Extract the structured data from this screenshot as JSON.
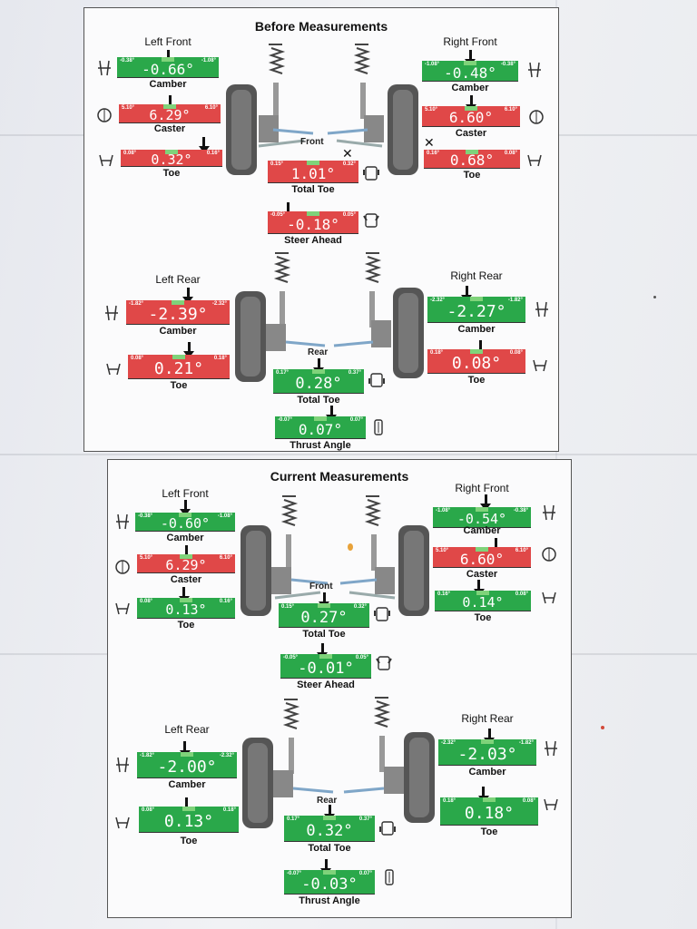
{
  "before": {
    "title": "Before Measurements",
    "front_label": "Front",
    "rear_label": "Rear",
    "left_front": {
      "wheel_label": "Left Front",
      "camber": {
        "caption": "Camber",
        "value": "-0.66°",
        "lo": "-0.38°",
        "hi": "-1.08°",
        "status": "green"
      },
      "caster": {
        "caption": "Caster",
        "value": "6.29°",
        "lo": "5.10°",
        "hi": "6.10°",
        "status": "red"
      },
      "toe": {
        "caption": "Toe",
        "value": "0.32°",
        "lo": "0.08°",
        "hi": "0.16°",
        "status": "red"
      }
    },
    "right_front": {
      "wheel_label": "Right Front",
      "camber": {
        "caption": "Camber",
        "value": "-0.48°",
        "lo": "-1.08°",
        "hi": "-0.38°",
        "status": "green"
      },
      "caster": {
        "caption": "Caster",
        "value": "6.60°",
        "lo": "5.10°",
        "hi": "6.10°",
        "status": "red"
      },
      "toe": {
        "caption": "Toe",
        "value": "0.68°",
        "lo": "0.16°",
        "hi": "0.08°",
        "status": "red"
      }
    },
    "total_toe_front": {
      "caption": "Total Toe",
      "value": "1.01°",
      "lo": "0.15°",
      "hi": "0.32°",
      "status": "red"
    },
    "steer_ahead": {
      "caption": "Steer Ahead",
      "value": "-0.18°",
      "lo": "-0.05°",
      "hi": "0.05°",
      "status": "red"
    },
    "left_rear": {
      "wheel_label": "Left Rear",
      "camber": {
        "caption": "Camber",
        "value": "-2.39°",
        "lo": "-1.82°",
        "hi": "-2.32°",
        "status": "red"
      },
      "toe": {
        "caption": "Toe",
        "value": "0.21°",
        "lo": "0.08°",
        "hi": "0.18°",
        "status": "red"
      }
    },
    "right_rear": {
      "wheel_label": "Right Rear",
      "camber": {
        "caption": "Camber",
        "value": "-2.27°",
        "lo": "-2.32°",
        "hi": "-1.82°",
        "status": "green"
      },
      "toe": {
        "caption": "Toe",
        "value": "0.08°",
        "lo": "0.18°",
        "hi": "0.08°",
        "status": "red"
      }
    },
    "total_toe_rear": {
      "caption": "Total Toe",
      "value": "0.28°",
      "lo": "0.17°",
      "hi": "0.37°",
      "status": "green"
    },
    "thrust_angle": {
      "caption": "Thrust Angle",
      "value": "0.07°",
      "lo": "-0.07°",
      "hi": "0.07°",
      "status": "green"
    }
  },
  "current": {
    "title": "Current Measurements",
    "front_label": "Front",
    "rear_label": "Rear",
    "left_front": {
      "wheel_label": "Left Front",
      "camber": {
        "caption": "Camber",
        "value": "-0.60°",
        "lo": "-0.38°",
        "hi": "-1.08°",
        "status": "green"
      },
      "caster": {
        "caption": "Caster",
        "value": "6.29°",
        "lo": "5.10°",
        "hi": "6.10°",
        "status": "red"
      },
      "toe": {
        "caption": "Toe",
        "value": "0.13°",
        "lo": "0.08°",
        "hi": "0.16°",
        "status": "green"
      }
    },
    "right_front": {
      "wheel_label": "Right Front",
      "camber": {
        "caption": "Camber",
        "value": "-0.54°",
        "lo": "-1.08°",
        "hi": "-0.38°",
        "status": "green"
      },
      "caster": {
        "caption": "Caster",
        "value": "6.60°",
        "lo": "5.10°",
        "hi": "6.10°",
        "status": "red"
      },
      "toe": {
        "caption": "Toe",
        "value": "0.14°",
        "lo": "0.16°",
        "hi": "0.08°",
        "status": "green"
      }
    },
    "total_toe_front": {
      "caption": "Total Toe",
      "value": "0.27°",
      "lo": "0.15°",
      "hi": "0.32°",
      "status": "green"
    },
    "steer_ahead": {
      "caption": "Steer Ahead",
      "value": "-0.01°",
      "lo": "-0.05°",
      "hi": "0.05°",
      "status": "green"
    },
    "left_rear": {
      "wheel_label": "Left Rear",
      "camber": {
        "caption": "Camber",
        "value": "-2.00°",
        "lo": "-1.82°",
        "hi": "-2.32°",
        "status": "green"
      },
      "toe": {
        "caption": "Toe",
        "value": "0.13°",
        "lo": "0.08°",
        "hi": "0.18°",
        "status": "green"
      }
    },
    "right_rear": {
      "wheel_label": "Right Rear",
      "camber": {
        "caption": "Camber",
        "value": "-2.03°",
        "lo": "-2.32°",
        "hi": "-1.82°",
        "status": "green"
      },
      "toe": {
        "caption": "Toe",
        "value": "0.18°",
        "lo": "0.18°",
        "hi": "0.08°",
        "status": "green"
      }
    },
    "total_toe_rear": {
      "caption": "Total Toe",
      "value": "0.32°",
      "lo": "0.17°",
      "hi": "0.37°",
      "status": "green"
    },
    "thrust_angle": {
      "caption": "Thrust Angle",
      "value": "-0.03°",
      "lo": "-0.07°",
      "hi": "0.07°",
      "status": "green"
    }
  }
}
